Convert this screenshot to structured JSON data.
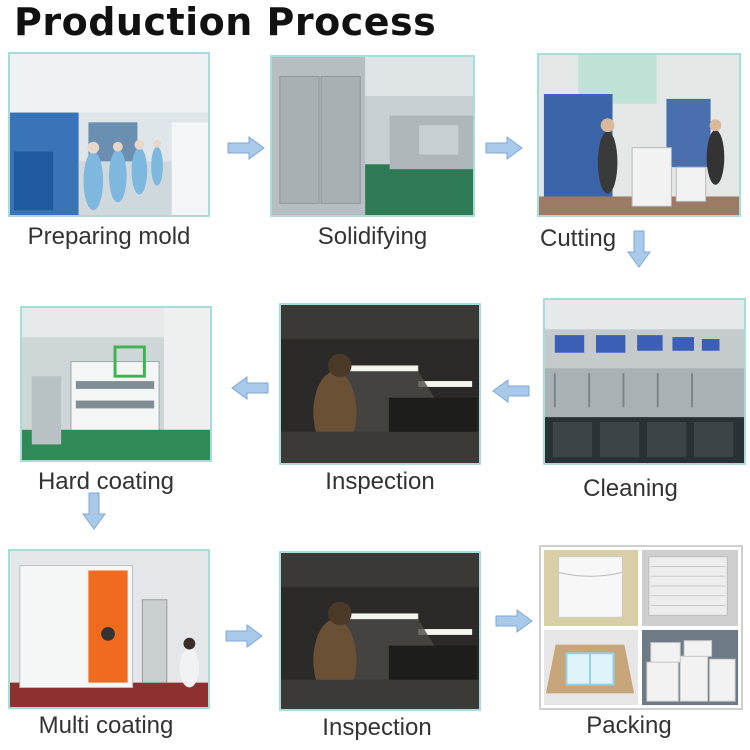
{
  "title": "Production Process",
  "steps": [
    {
      "label": "Preparing mold"
    },
    {
      "label": "Solidifying"
    },
    {
      "label": "Cutting"
    },
    {
      "label": "Hard coating"
    },
    {
      "label": "Inspection"
    },
    {
      "label": "Cleaning"
    },
    {
      "label": "Multi coating"
    },
    {
      "label": "Inspection"
    },
    {
      "label": "Packing"
    }
  ],
  "colors": {
    "arrow": "#a9c9ea",
    "arrow_stroke": "#7fa9d6",
    "photo_border": "#a8dcd8"
  }
}
